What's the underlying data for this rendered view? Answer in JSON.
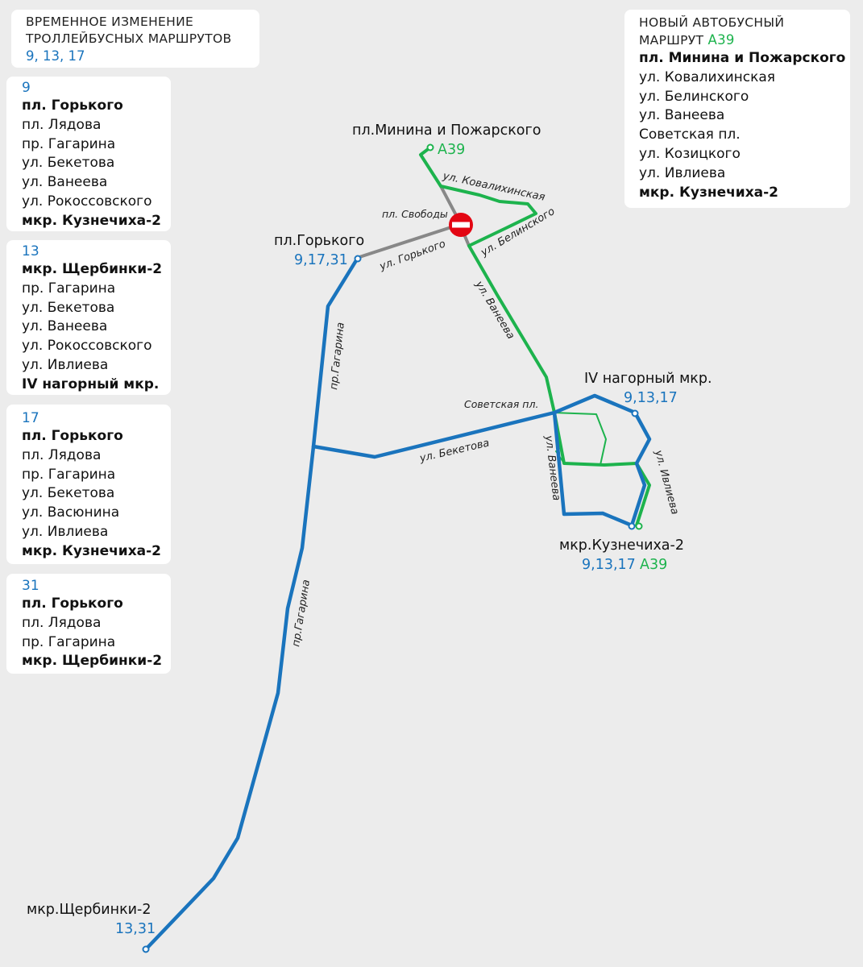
{
  "info_trolley": {
    "line1": "ВРЕМЕННОЕ ИЗМЕНЕНИЕ",
    "line2": "ТРОЛЛЕЙБУСНЫХ МАРШРУТОВ",
    "routes": "9, 13, 17"
  },
  "info_bus": {
    "line1": "НОВЫЙ АВТОБУСНЫЙ",
    "line2_prefix": "МАРШРУТ ",
    "route": "А39",
    "stops": [
      "пл. Минина и Пожарского",
      "ул. Ковалихинская",
      "ул. Белинского",
      "ул. Ванеева",
      "Советская пл.",
      "ул. Козицкого",
      "ул. Ивлиева",
      "мкр. Кузнечиха-2"
    ]
  },
  "routes": [
    {
      "number": "9",
      "stops": [
        "пл. Горького",
        "пл. Лядова",
        "пр. Гагарина",
        "ул. Бекетова",
        "ул. Ванеева",
        "ул. Рокоссовского",
        "мкр. Кузнечиха-2"
      ]
    },
    {
      "number": "13",
      "stops": [
        "мкр. Щербинки-2",
        "пр. Гагарина",
        "ул. Бекетова",
        "ул. Ванеева",
        "ул. Рокоссовского",
        "ул. Ивлиева",
        "IV нагорный мкр."
      ]
    },
    {
      "number": "17",
      "stops": [
        "пл. Горького",
        "пл. Лядова",
        "пр. Гагарина",
        "ул. Бекетова",
        "ул. Васюнина",
        "ул. Ивлиева",
        "мкр. Кузнечиха-2"
      ]
    },
    {
      "number": "31",
      "stops": [
        "пл. Горького",
        "пл. Лядова",
        "пр. Гагарина",
        "мкр. Щербинки-2"
      ]
    }
  ],
  "map": {
    "colors": {
      "trolley": "#1a74bd",
      "bus": "#1db34d",
      "closed": "#888888",
      "stop_sign": "#e30613"
    },
    "places": {
      "minina": "пл.Минина и Пожарского",
      "minina_routes": "А39",
      "gorkogo": "пл.Горького",
      "gorkogo_routes": "9,17,31",
      "svobody": "пл. Свободы",
      "iv_nagorny": "IV нагорный мкр.",
      "iv_nagorny_routes": "9,13,17",
      "kuznechikha": "мкр.Кузнечиха-2",
      "kuznechikha_routes": "9,13,17",
      "kuznechikha_bus": "А39",
      "sovetskaya": "Советская пл.",
      "shcherbinki": "мкр.Щербинки-2",
      "shcherbinki_routes": "13,31"
    },
    "streets": {
      "kovalikhinskaya": "ул. Ковалихинская",
      "belinskogo": "ул. Белинского",
      "gorkogo": "ул. Горького",
      "vaneeva_1": "ул. Ванеева",
      "vaneeva_2": "ул. Ванеева",
      "beketova": "ул. Бекетова",
      "ivlieva": "ул. Ивлиева",
      "gagarina_1": "пр.Гагарина",
      "gagarina_2": "пр.Гагарина"
    }
  }
}
